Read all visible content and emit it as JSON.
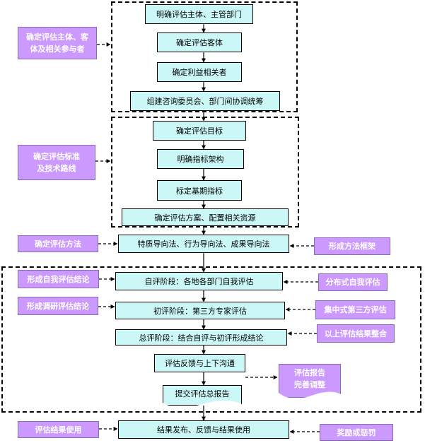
{
  "flow": {
    "s1": "明确评估主体、主管部门",
    "s2": "确定评估客体",
    "s3": "确定利益相关者",
    "s4": "组建咨询委员会、部门间协调统筹",
    "s5": "确定评估目标",
    "s6": "明确指标架构",
    "s7": "标定基期指标",
    "s8": "确定评估方案、配置相关资源",
    "s9": "特质导向法、行为导向法、成果导向法",
    "s10": "自评阶段：各地各部门自我评估",
    "s11": "初评阶段：第三方专家评估",
    "s12": "总评阶段：结合自评与初评形成结论",
    "s13": "评估反馈与上下沟通",
    "s14": "提交评估总报告",
    "s15": "结果发布、反馈与结果使用"
  },
  "left": {
    "l1_line1": "确定评估主体、客",
    "l1_line2": "体及相关参与者",
    "l2_line1": "确定评估标准",
    "l2_line2": "及技术路线",
    "l3": "确定评估方法",
    "l4": "形成自我评估结论",
    "l5": "形成调研评估结论",
    "l6": "评估结果使用"
  },
  "right": {
    "r1": "形成方法框架",
    "r2": "分布式自我评估",
    "r3": "集中式第三方评估",
    "r4": "以上评估结果整合",
    "r5_line1": "评估报告",
    "r5_line2": "完善调整",
    "r6": "奖励或惩罚"
  },
  "colors": {
    "box_fill": "#ccf7f7",
    "label_fill": "#cc99ff",
    "label_text": "#ffffff"
  }
}
